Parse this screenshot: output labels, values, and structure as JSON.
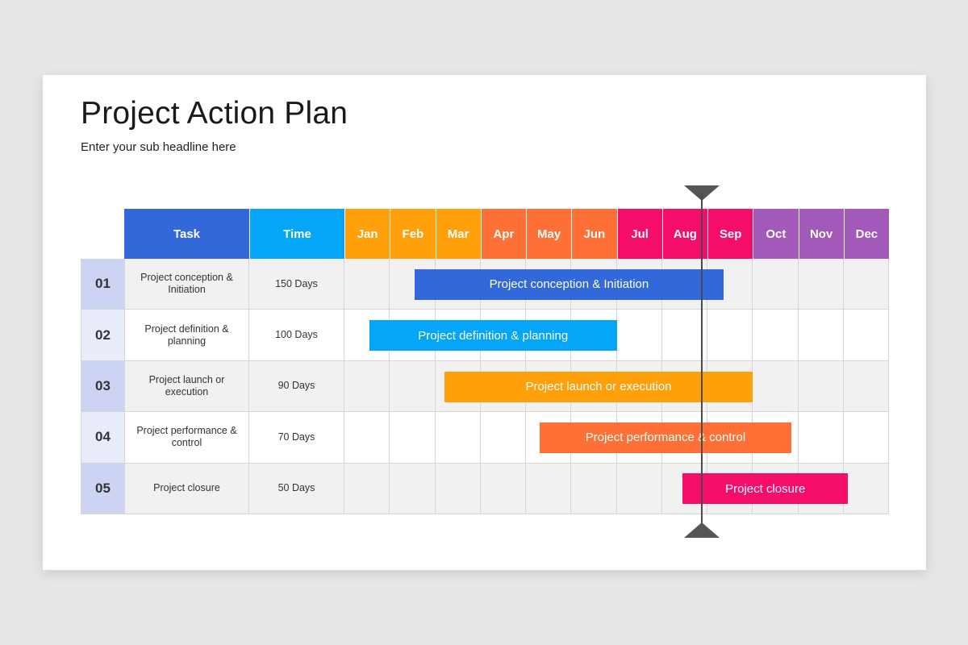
{
  "slide": {
    "title": "Project Action Plan",
    "subtitle": "Enter your sub headline here"
  },
  "table": {
    "headers": {
      "task": "Task",
      "time": "Time"
    },
    "months": [
      {
        "label": "Jan",
        "color": "#ff9f0a"
      },
      {
        "label": "Feb",
        "color": "#ff9f0a"
      },
      {
        "label": "Mar",
        "color": "#ff9f0a"
      },
      {
        "label": "Apr",
        "color": "#ff7036"
      },
      {
        "label": "May",
        "color": "#ff7036"
      },
      {
        "label": "Jun",
        "color": "#ff7036"
      },
      {
        "label": "Jul",
        "color": "#f50d6a"
      },
      {
        "label": "Aug",
        "color": "#f50d6a"
      },
      {
        "label": "Sep",
        "color": "#f50d6a"
      },
      {
        "label": "Oct",
        "color": "#a259b9"
      },
      {
        "label": "Nov",
        "color": "#a259b9"
      },
      {
        "label": "Dec",
        "color": "#a259b9"
      }
    ],
    "header_colors": {
      "task": "#3368db",
      "time": "#05a5f7"
    },
    "rows": [
      {
        "num": "01",
        "task": "Project conception & Initiation",
        "time": "150 Days",
        "bar_label": "Project conception & Initiation",
        "bar_color": "#3368db"
      },
      {
        "num": "02",
        "task": "Project definition & planning",
        "time": "100 Days",
        "bar_label": "Project definition & planning",
        "bar_color": "#05a5f7"
      },
      {
        "num": "03",
        "task": "Project launch or execution",
        "time": "90 Days",
        "bar_label": "Project launch or execution",
        "bar_color": "#ff9f0a"
      },
      {
        "num": "04",
        "task": "Project performance & control",
        "time": "70 Days",
        "bar_label": "Project performance & control",
        "bar_color": "#ff7036"
      },
      {
        "num": "05",
        "task": "Project closure",
        "time": "50 Days",
        "bar_label": "Project closure",
        "bar_color": "#f50d6a"
      }
    ]
  },
  "chart_data": {
    "type": "gantt",
    "title": "Project Action Plan",
    "subtitle": "Enter your sub headline here",
    "categories": [
      "Jan",
      "Feb",
      "Mar",
      "Apr",
      "May",
      "Jun",
      "Jul",
      "Aug",
      "Sep",
      "Oct",
      "Nov",
      "Dec"
    ],
    "tasks": [
      {
        "id": "01",
        "name": "Project conception & Initiation",
        "duration": "150 Days",
        "start_month": 2.55,
        "end_month": 9.35
      },
      {
        "id": "02",
        "name": "Project definition & planning",
        "duration": "100 Days",
        "start_month": 1.55,
        "end_month": 7.0
      },
      {
        "id": "03",
        "name": "Project launch or execution",
        "duration": "90 Days",
        "start_month": 3.2,
        "end_month": 10.0
      },
      {
        "id": "04",
        "name": "Project performance & control",
        "duration": "70 Days",
        "start_month": 5.3,
        "end_month": 10.85
      },
      {
        "id": "05",
        "name": "Project closure",
        "duration": "50 Days",
        "start_month": 8.45,
        "end_month": 12.1
      }
    ],
    "today_marker_month": 8.8
  }
}
